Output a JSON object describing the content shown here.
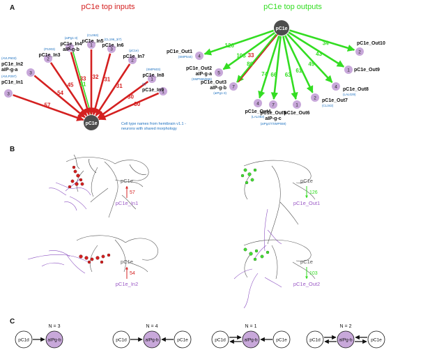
{
  "panels": {
    "a": "A",
    "b": "B",
    "c": "C"
  },
  "colors": {
    "input": "#d42020",
    "output": "#33dd22",
    "circle": "#c8a8da",
    "label": "#1a6fbf",
    "center": "#4d4d4d",
    "neuron": "#8a4fc0",
    "purple_text": "#9b59c6"
  },
  "inputs": {
    "title": "pC1e top inputs",
    "center": "pC1e",
    "note_line1": "Cell type names from hemibrain v1.1 -",
    "note_line2": "neurons with shared morphology",
    "items": [
      {
        "name": "pC1e_In1",
        "alt": "",
        "hb": "(AVLP297)",
        "num": "3",
        "weight": "57"
      },
      {
        "name": "pC1e_In2",
        "alt": "aIP-g-a",
        "hb": "(AVLP603)",
        "num": "3",
        "weight": "54"
      },
      {
        "name": "pC1e_In3",
        "alt": "",
        "hb": "(P1003)",
        "num": "2",
        "weight": "45"
      },
      {
        "name": "pC1e_In4",
        "alt": "aIP-g-b",
        "hb": "(aIPg1-3)",
        "num": "2",
        "weight": "33",
        "weight2": "31"
      },
      {
        "name": "pC1e_In5",
        "alt": "",
        "hb": "(CL063)",
        "num": "1",
        "weight": "32"
      },
      {
        "name": "pC1e_In6",
        "alt": "",
        "hb": "(CL196_3/7)",
        "num": "3",
        "weight": "31"
      },
      {
        "name": "pC1e_In7",
        "alt": "",
        "hb": "(pC1e)",
        "num": "2",
        "weight": "31"
      },
      {
        "name": "pC1e_In8",
        "alt": "",
        "hb": "(SMP603)",
        "num": "1",
        "weight": "30"
      },
      {
        "name": "pC1e_In9",
        "alt": "",
        "hb": "(?)",
        "num": "1",
        "weight": "30"
      }
    ]
  },
  "outputs": {
    "title": "pC1e top outputs",
    "center": "pC1e",
    "items": [
      {
        "name": "pC1e_Out1",
        "alt": "",
        "hb": "(SMP544)",
        "num": "4",
        "weight": "126"
      },
      {
        "name": "pC1e_Out2",
        "alt": "aIP-g-a",
        "hb": "(SMP555/556)",
        "num": "5",
        "weight": "103"
      },
      {
        "name": "pC1e_Out3",
        "alt": "aIP-g-b",
        "hb": "(aIPg1-3)",
        "num": "7",
        "weight": "86",
        "weight2": "33"
      },
      {
        "name": "pC1e_Out4",
        "alt": "",
        "hb": "(LAL063)",
        "num": "4",
        "weight": "74"
      },
      {
        "name": "pC1e_Out5",
        "alt": "aIP-g-c",
        "hb": "(aIPg4/7/SMP558)",
        "num": "7",
        "weight": "66"
      },
      {
        "name": "pC1e_Out6",
        "alt": "",
        "hb": "",
        "num": "1",
        "weight": "63"
      },
      {
        "name": "pC1e_Out7",
        "alt": "",
        "hb": "(CL342)",
        "num": "2",
        "weight": "61"
      },
      {
        "name": "pC1e_Out8",
        "alt": "",
        "hb": "(LAL029)",
        "num": "4",
        "weight": "49"
      },
      {
        "name": "pC1e_Out9",
        "alt": "",
        "hb": "",
        "num": "1",
        "weight": "43"
      },
      {
        "name": "pC1e_Out10",
        "alt": "",
        "hb": "",
        "num": "2",
        "weight": "34"
      }
    ]
  },
  "panel_b": [
    {
      "top": "pC1e",
      "weight": "57",
      "bottom": "pC1e_In1",
      "dir": "up"
    },
    {
      "top": "pC1e",
      "weight": "126",
      "bottom": "pC1e_Out1",
      "dir": "down"
    },
    {
      "top": "pC1e",
      "weight": "54",
      "bottom": "pC1e_In2",
      "dir": "up"
    },
    {
      "top": "pC1e",
      "weight": "103",
      "bottom": "pC1e_Out2",
      "dir": "down"
    }
  ],
  "motifs": [
    {
      "n": "N = 3",
      "left": "pC1d",
      "mid": "aIPg-b",
      "right": ""
    },
    {
      "n": "N = 4",
      "left": "pC1d",
      "mid": "aIPg-b",
      "right": "pC1e"
    },
    {
      "n": "N = 1",
      "left": "pC1d",
      "mid": "aIPg-b",
      "right": "pC1e"
    },
    {
      "n": "N = 2",
      "left": "pC1d",
      "mid": "aIPg-b",
      "right": "pC1e"
    }
  ]
}
